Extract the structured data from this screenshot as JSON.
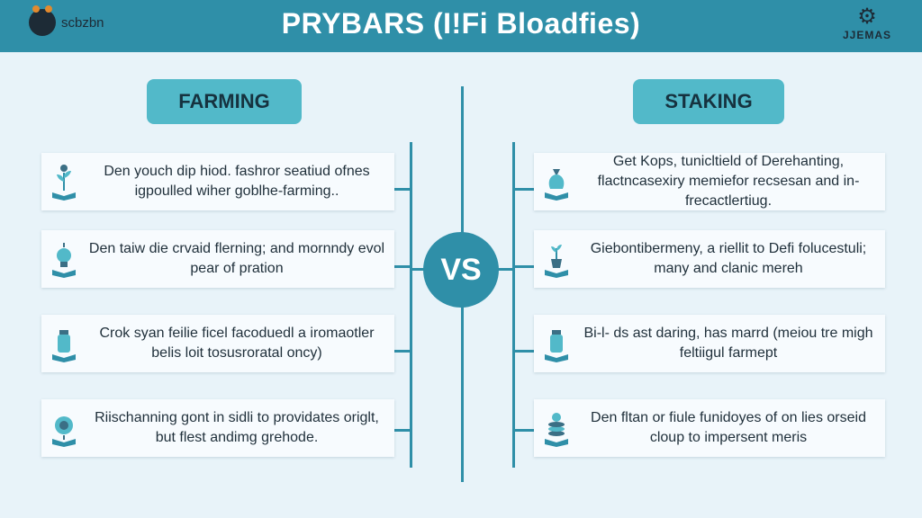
{
  "header": {
    "logo_left_name": "scbzbn",
    "title": "PRYBARS (I!Fi Bloadfies)",
    "logo_right_text": "JJEMAS"
  },
  "columns": {
    "left_label": "FARMING",
    "right_label": "STAKING",
    "vs_label": "VS"
  },
  "left_cards": [
    {
      "text": "Den youch dip hiod. fashror seatiud ofnes igpoulled wiher goblhe-farming..",
      "icon": "plant-book-icon"
    },
    {
      "text": "Den taiw die crvaid flerning; and mornndy evol pear of pration",
      "icon": "bulb-book-icon"
    },
    {
      "text": "Crok syan feilie ficel facoduedl a iromaotler belis loit tosusroratal oncy)",
      "icon": "jar-book-icon"
    },
    {
      "text": "Riischanning gont in sidli to providates origlt, but flest andimg grehode.",
      "icon": "coin-book-icon"
    }
  ],
  "right_cards": [
    {
      "text": "Get Kops, tunicltield of Derehanting, flactncasexiry memiefor recsesan and in-frecactlertiug.",
      "icon": "money-bag-book-icon"
    },
    {
      "text": "Giebontibermeny, a riellit to Defi folucestuli; many and clanic mereh",
      "icon": "plant-pot-book-icon"
    },
    {
      "text": "Bi-l- ds ast daring, has marrd (meiou tre migh feltiigul farmept",
      "icon": "jar-book-icon"
    },
    {
      "text": "Den fltan or fiule funidoyes of on lies orseid cloup to impersent meris",
      "icon": "coin-stack-book-icon"
    }
  ],
  "colors": {
    "header_bg": "#2f8fa8",
    "pill_bg": "#52b9c9",
    "connector": "#2f8fa8",
    "page_bg": "#e8f3f9"
  }
}
